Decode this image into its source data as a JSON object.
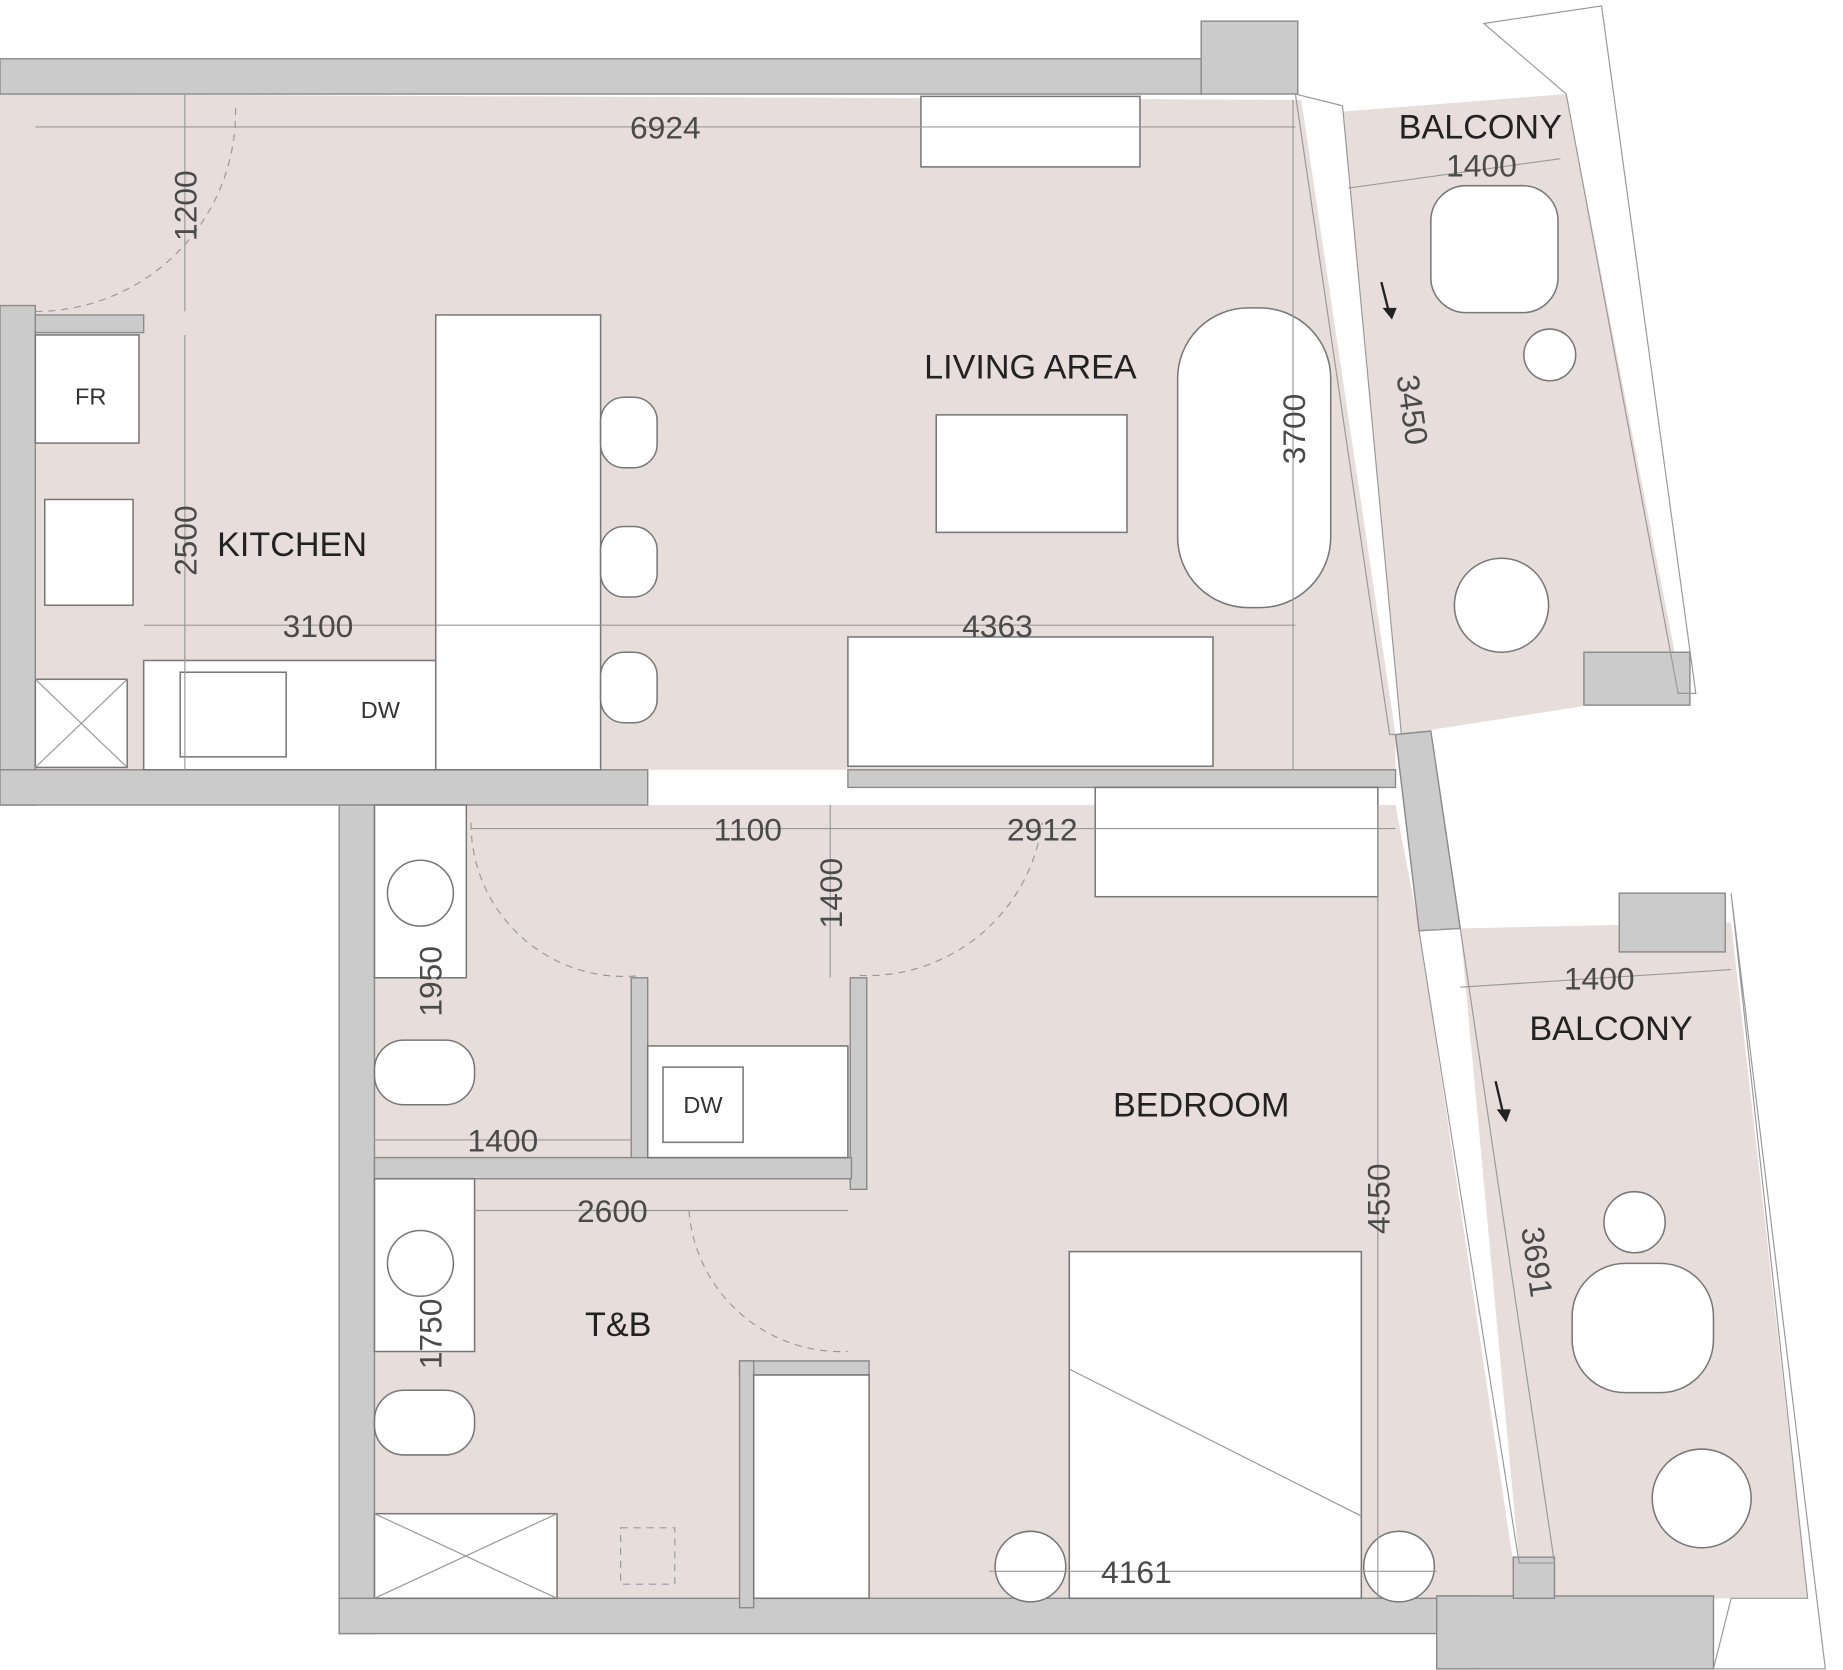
{
  "rooms": {
    "living": "LIVING AREA",
    "kitchen": "KITCHEN",
    "bedroom": "BEDROOM",
    "bath": "T&B",
    "balcony_1": "BALCONY",
    "balcony_2": "BALCONY"
  },
  "appliances": {
    "fridge": "FR",
    "dishwasher_kitchen": "DW",
    "dishwasher_utility": "DW"
  },
  "dimensions": {
    "living_width": "6924",
    "entry_depth": "1200",
    "kitchen_depth": "2500",
    "kitchen_width": "3100",
    "living_span": "4363",
    "living_depth": "3700",
    "balcony1_length": "3450",
    "balcony1_width": "1400",
    "corridor_width": "1100",
    "wardrobe_width": "2912",
    "corridor_depth": "1400",
    "powder_depth": "1950",
    "powder_width": "1400",
    "bath_width": "2600",
    "bath_depth": "1750",
    "bedroom_depth": "4550",
    "balcony2_width": "1400",
    "balcony2_length": "3691",
    "bedroom_width": "4161"
  },
  "colors": {
    "floor": "#e7dedb",
    "wall": "#cbcbcb"
  }
}
